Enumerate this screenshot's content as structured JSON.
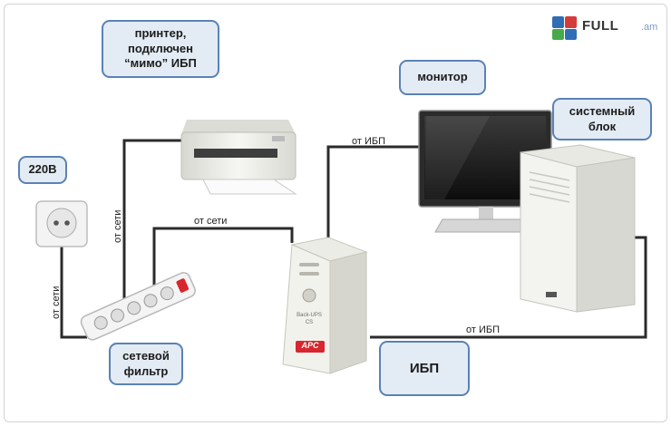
{
  "brand": {
    "name": "FULL",
    "suffix": ".am",
    "colors": {
      "blue": "#2f6db5",
      "red": "#d53b3b",
      "green": "#47a94a"
    }
  },
  "callouts": {
    "printer": [
      "принтер,",
      "подключен",
      "“мимо” ИБП"
    ],
    "monitor": [
      "монитор"
    ],
    "system_unit": [
      "системный",
      "блок"
    ],
    "outlet": [
      "220В"
    ],
    "power_strip": [
      "сетевой",
      "фильтр"
    ],
    "ups": [
      "ИБП"
    ]
  },
  "wire_labels": {
    "outlet_to_strip": "от сети",
    "strip_to_printer": "от сети",
    "strip_to_ups": "от сети",
    "ups_to_monitor": "от ИБП",
    "ups_to_system": "от ИБП"
  },
  "device_text": {
    "ups_brand": "APC",
    "ups_model": "Back-UPS CS"
  },
  "colors": {
    "callout_fill": "#e3ebf4",
    "callout_border": "#5a82b5",
    "wire": "#2b2b2b",
    "device_body": "#eeeeea",
    "apc_red": "#d8262e"
  }
}
